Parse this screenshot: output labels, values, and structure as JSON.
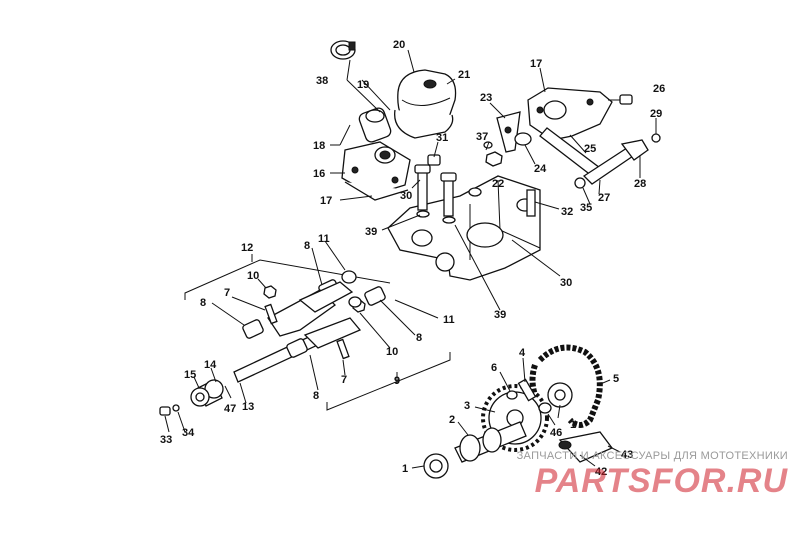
{
  "watermark": {
    "subtitle": "ЗАПЧАСТИ И АКСЕССУАРЫ ДЛЯ МОТОТЕХНИКИ",
    "logo": "PARTSFOR.RU",
    "color": "#cf1f2a"
  },
  "callouts": {
    "n1a": "1",
    "n1b": "1",
    "n2": "2",
    "n3": "3",
    "n4": "4",
    "n5": "5",
    "n6": "6",
    "n7a": "7",
    "n7b": "7",
    "n8a": "8",
    "n8b": "8",
    "n8c": "8",
    "n8d": "8",
    "n9": "9",
    "n10a": "10",
    "n10b": "10",
    "n11a": "11",
    "n11b": "11",
    "n12": "12",
    "n13": "13",
    "n14": "14",
    "n15": "15",
    "n16": "16",
    "n17a": "17",
    "n17b": "17",
    "n18": "18",
    "n19": "19",
    "n20": "20",
    "n21": "21",
    "n22": "22",
    "n23": "23",
    "n24": "24",
    "n25": "25",
    "n26": "26",
    "n27": "27",
    "n28": "28",
    "n29": "29",
    "n30a": "30",
    "n30b": "30",
    "n31": "31",
    "n32": "32",
    "n33": "33",
    "n34": "34",
    "n35": "35",
    "n37": "37",
    "n38": "38",
    "n39a": "39",
    "n39b": "39",
    "n42": "42",
    "n43": "43",
    "n46": "46",
    "n47": "47"
  }
}
